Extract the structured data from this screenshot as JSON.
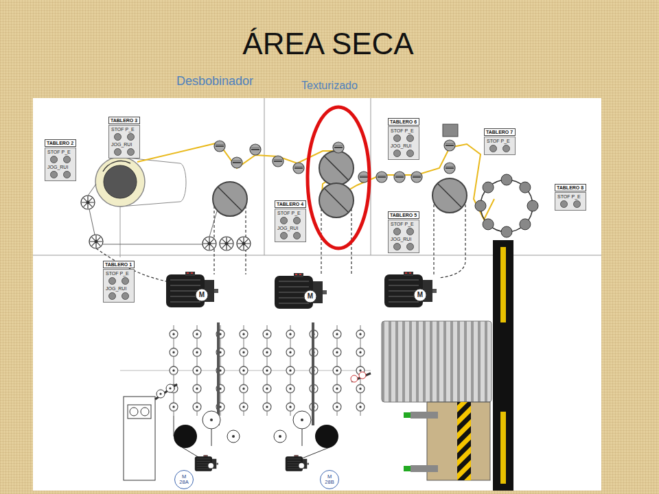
{
  "diagram": {
    "title": "ÁREA SECA",
    "nodes": [
      {
        "text": [
          "TABLERO 3",
          "STOF P_E",
          "JOG_RUI"
        ]
      },
      {
        "text": [
          "TABLERO 6",
          "STOF P_E",
          "JOG_RUI"
        ]
      },
      {
        "text": [
          "TABLERO 7",
          "STOF P_E"
        ]
      },
      {
        "text": [
          "TABLERO 2",
          "STOF P_E",
          "JOG_RUI"
        ]
      },
      {
        "text": [
          "TABLERO 8",
          "STOF P_E"
        ]
      },
      {
        "text": [
          "TABLERO 4",
          "STOF P_E",
          "JOG_RUI"
        ]
      },
      {
        "text": [
          "TABLERO 5",
          "STOF P_E",
          "JOG_RUI"
        ]
      },
      {
        "text": [
          "TABLERO 1",
          "STOF P_E",
          "JOG_RUI"
        ]
      },
      {
        "text": [
          "M 28A"
        ]
      },
      {
        "text": [
          "M 28B"
        ]
      }
    ],
    "labels": [
      "Desbobinador",
      "Texturizado",
      "M",
      "M",
      "M"
    ]
  }
}
